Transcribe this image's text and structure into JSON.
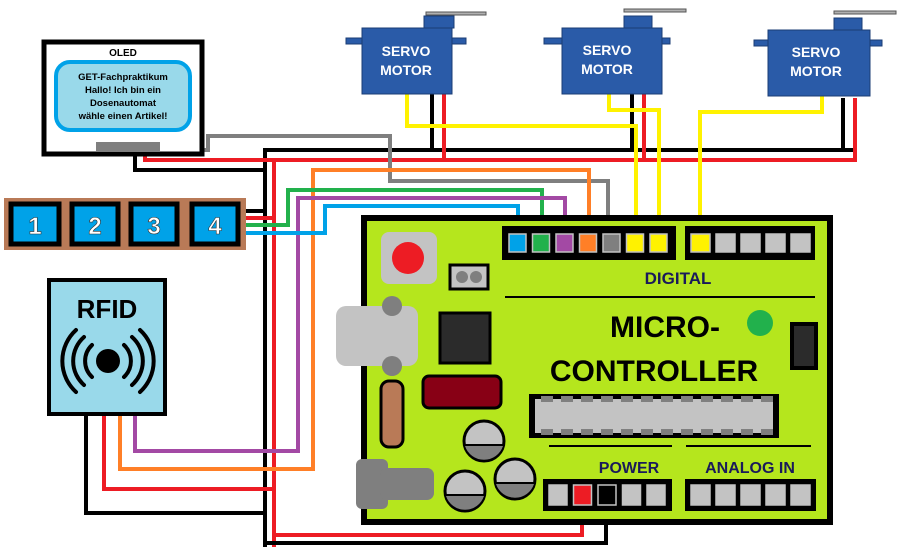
{
  "oled": {
    "title": "OLED",
    "lines": [
      "GET-Fachpraktikum",
      "Hallo! Ich bin ein",
      "Dosenautomat",
      "wähle einen Artikel!"
    ]
  },
  "servos": [
    {
      "line1": "SERVO",
      "line2": "MOTOR"
    },
    {
      "line1": "SERVO",
      "line2": "MOTOR"
    },
    {
      "line1": "SERVO",
      "line2": "MOTOR"
    }
  ],
  "keypad": {
    "keys": [
      "1",
      "2",
      "3",
      "4"
    ]
  },
  "rfid": {
    "title": "RFID"
  },
  "microcontroller": {
    "title_line1": "MICRO-",
    "title_line2": "CONTROLLER",
    "digital_label": "DIGITAL",
    "power_label": "POWER",
    "analog_label": "ANALOG IN"
  },
  "colors": {
    "board": "#b5e61d",
    "servo": "#2a5ba8",
    "key_bg": "#00a2e8",
    "keypad_frame": "#b97a57",
    "rfid_bg": "#99d9ea",
    "wire_red": "#ed1c24",
    "wire_black": "#000000",
    "wire_yellow": "#fff200",
    "wire_gray": "#7f7f7f",
    "wire_orange": "#ff7f27",
    "wire_purple": "#a349a4",
    "wire_green": "#22b14c",
    "wire_blue": "#00a2e8"
  }
}
